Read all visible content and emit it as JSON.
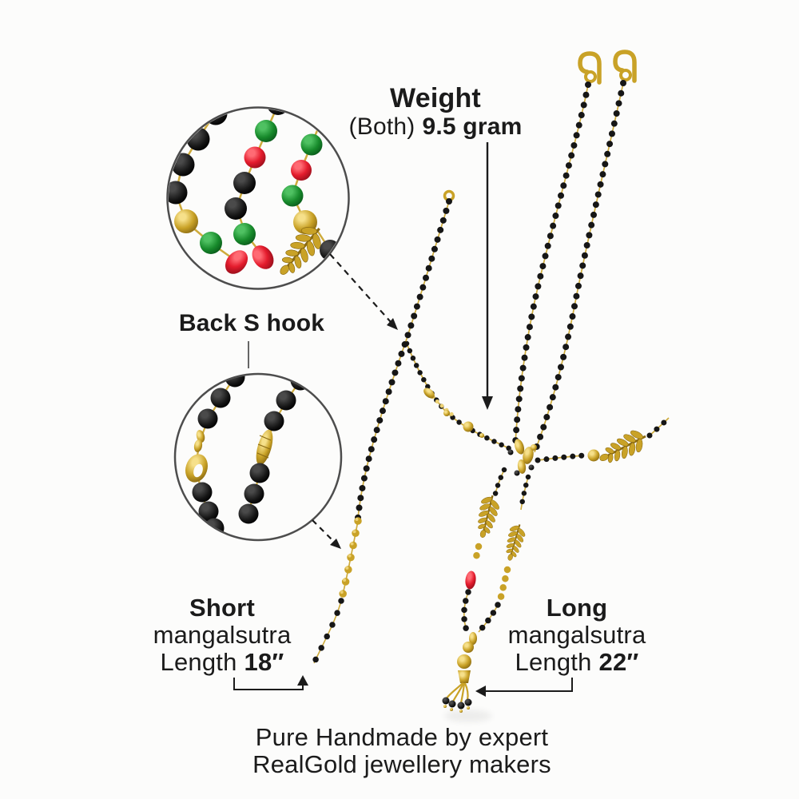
{
  "callouts": {
    "weight": {
      "title": "Weight",
      "value_prefix": "(Both)",
      "value": "9.5 gram"
    },
    "back_hook": {
      "label": "Back S hook"
    },
    "short": {
      "title": "Short",
      "subtitle": "mangalsutra",
      "length_label": "Length",
      "length_value": "18″"
    },
    "long": {
      "title": "Long",
      "subtitle": "mangalsutra",
      "length_label": "Length",
      "length_value": "22″"
    },
    "footer": {
      "line1": "Pure Handmade by expert",
      "line2": "RealGold jewellery makers"
    }
  },
  "colors": {
    "gold": "#c9a227",
    "gold_light": "#ecd173",
    "gold_dark": "#8a6a12",
    "bead_black": "#161616",
    "bead_red": "#e41c2d",
    "bead_green": "#178a2b",
    "text": "#1b1b1b",
    "background": "#fcfcfb",
    "outline": "#4d4d4d"
  },
  "icons": {
    "zoom_inset_1": "bead-chain-magnified",
    "zoom_inset_2": "s-hook-clasp-magnified",
    "pointer_style": "dashed-arrow"
  }
}
